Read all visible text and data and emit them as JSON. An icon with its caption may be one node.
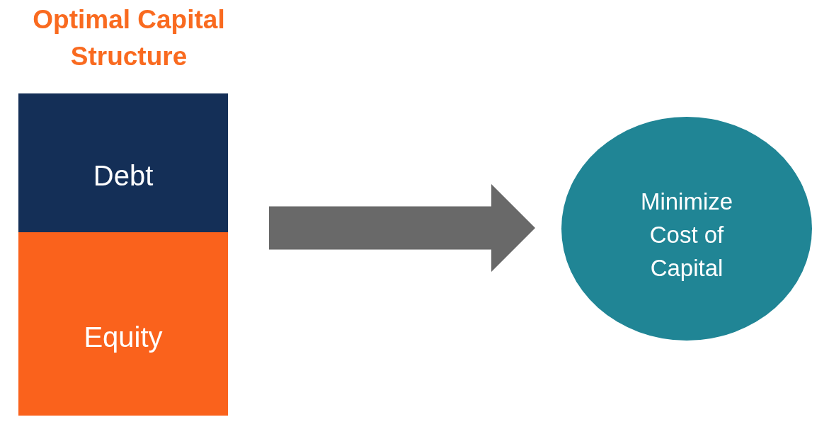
{
  "diagram": {
    "nodes": [
      {
        "text": [
          "Optimal Capital Structure"
        ]
      },
      {
        "text": [
          "Debt"
        ],
        "in": 0
      },
      {
        "text": [
          "Equity"
        ],
        "in": 0
      },
      {
        "text": [
          "Minimize Cost of Capital"
        ]
      }
    ],
    "edges": [
      {
        "from": 0,
        "to": 3,
        "arrow": "to"
      }
    ]
  }
}
